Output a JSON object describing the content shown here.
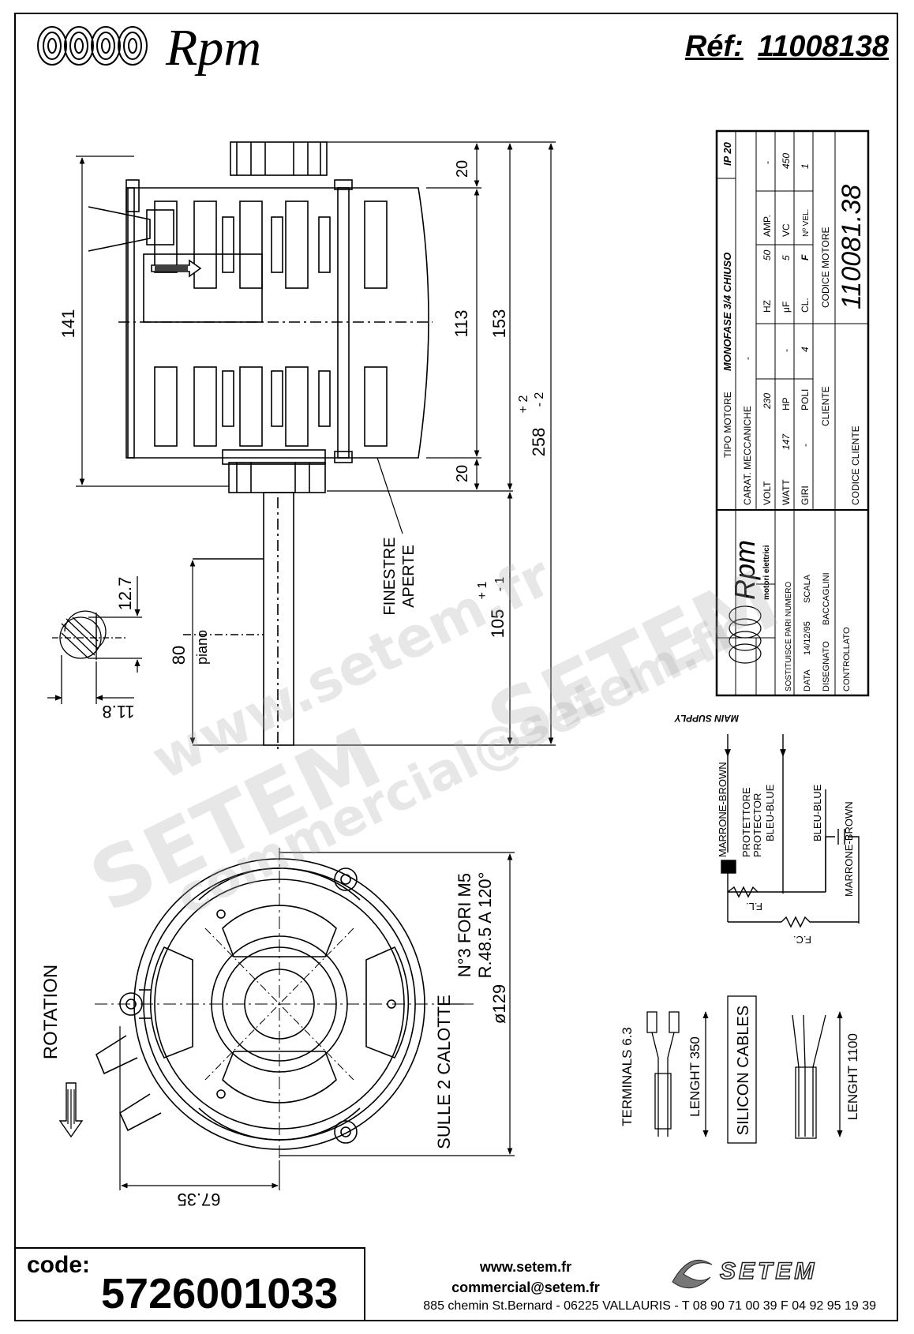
{
  "header": {
    "brand": "Rpm",
    "ref_label": "Réf:",
    "ref_value": "11008138"
  },
  "side_view": {
    "dims": {
      "d20_top": "20",
      "d113": "113",
      "d153": "153",
      "d141": "141",
      "d20_bottom": "20",
      "d258": "258",
      "d258_tol_plus": "+ 2",
      "d258_tol_minus": "- 2",
      "d105": "105",
      "d105_tol_plus": "+ 1",
      "d105_tol_minus": "- 1",
      "d80": "80",
      "piano": "piano",
      "finestre": "FINESTRE",
      "aperte": "APERTE"
    }
  },
  "shaft_section": {
    "d12_7": "12.7",
    "d11_8": "11.8"
  },
  "title_block": {
    "tipo_motore_label": "TIPO MOTORE",
    "tipo_motore_value": "MONOFASE 3/4 CHIUSO",
    "ip": "IP 20",
    "carat_label": "CARAT. MECCANICHE",
    "carat_value": "-",
    "volt_label": "VOLT",
    "volt_value": "230",
    "hz_label": "HZ",
    "hz_value": "50",
    "amp_label": "AMP.",
    "amp_value": "-",
    "watt_label": "WATT",
    "watt_value": "147",
    "hp_label": "HP",
    "hp_value": "-",
    "uf_label": "μF",
    "uf_value": "5",
    "vc_label": "VC",
    "vc_value": "450",
    "giri_label": "GIRI",
    "giri_value": "-",
    "poli_label": "POLI",
    "poli_value": "4",
    "cl_label": "CL.",
    "cl_value": "F",
    "vel_label": "Nº VEL.",
    "vel_value": "1",
    "cliente_label": "CLIENTE",
    "codice_motore_label": "CODICE MOTORE",
    "codice_motore_value": "110081.38",
    "codice_cliente_label": "CODICE CLIENTE",
    "logo_text": "Rpm",
    "logo_sub": "motori elettrici",
    "sostituisce_label": "SOSTITUISCE PARI NUMERO",
    "data_label": "DATA",
    "data_value": "14/12/95",
    "scala_label": "SCALA",
    "disegnato_label": "DISEGNATO",
    "disegnato_value": "BACCAGLINI",
    "controllato_label": "CONTROLLATO"
  },
  "wiring": {
    "main_supply": "MAIN SUPPLY",
    "marrone_brown_1": "MARRONE-BROWN",
    "protettore": "PROTETTORE",
    "protector": "PROTECTOR",
    "bleu_blue_1": "BLEU-BLUE",
    "bleu_blue_2": "BLEU-BLUE",
    "marrone_brown_2": "MARRONE-BROWN",
    "fl": "F.L.",
    "fc": "F.C."
  },
  "front_view": {
    "rotation": "ROTATION",
    "fori": "N°3 FORI M5",
    "raggio": "R.48.5 A 120°",
    "calotte": "SULLE 2 CALOTTE",
    "diametro": "ø129",
    "d67_35": "67.35"
  },
  "cables": {
    "terminals": "TERMINALS 6.3",
    "lenght_350": "LENGHT 350",
    "silicon": "SILICON CABLES",
    "lenght_1100": "LENGHT 1100"
  },
  "footer": {
    "code_label": "code:",
    "code_value": "5726001033",
    "website": "www.setem.fr",
    "email": "commercial@setem.fr",
    "address": "885 chemin St.Bernard  -  06225 VALLAURIS  -  T 08 90 71 00 39   F 04 92 95 19 39",
    "logo": "SETEM"
  },
  "watermark": {
    "line1": "www.setem.fr",
    "line2": "SETEM",
    "line3": "SETEM",
    "line4": "commercial@setem.fr"
  }
}
